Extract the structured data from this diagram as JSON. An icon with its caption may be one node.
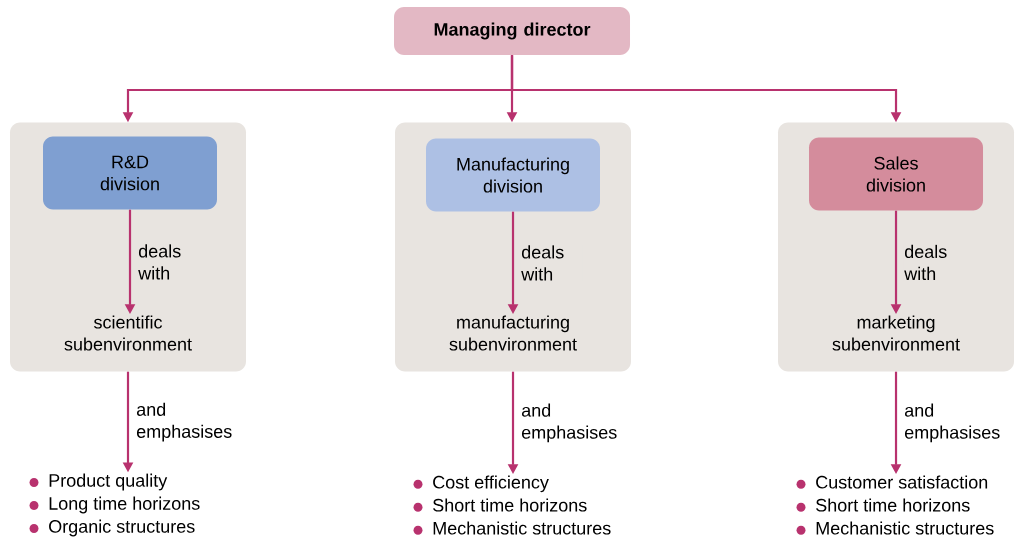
{
  "diagram": {
    "nodes": [
      {
        "text": [
          "Managing director"
        ]
      },
      {
        "text": [],
        "shape": "box"
      },
      {
        "text": [
          "R&D division"
        ],
        "in": 1
      },
      {
        "text": [
          "scientific subenvironment"
        ],
        "in": 1
      },
      {
        "text": [
          "Product quality",
          "Long time horizons",
          "Organic structures"
        ]
      },
      {
        "text": [],
        "shape": "box"
      },
      {
        "text": [
          "Manufacturing division"
        ],
        "in": 5
      },
      {
        "text": [
          "manufacturing subenvironment"
        ],
        "in": 5
      },
      {
        "text": [
          "Cost efficiency",
          "Short time horizons",
          "Mechanistic structures"
        ]
      },
      {
        "text": [],
        "shape": "box"
      },
      {
        "text": [
          "Sales division"
        ],
        "in": 9
      },
      {
        "text": [
          "marketing subenvironment"
        ],
        "in": 9
      },
      {
        "text": [
          "Customer satisfaction",
          "Short time horizons",
          "Mechanistic structures"
        ]
      }
    ],
    "edges": [
      {
        "from": 0,
        "to": 1,
        "arrow": "to"
      },
      {
        "from": 0,
        "to": 5,
        "arrow": "to"
      },
      {
        "from": 0,
        "to": 9,
        "arrow": "to"
      },
      {
        "from": 2,
        "to": 3,
        "arrow": "to",
        "label": "deals with"
      },
      {
        "from": 1,
        "to": 4,
        "arrow": "to",
        "label": "and emphasises"
      },
      {
        "from": 6,
        "to": 7,
        "arrow": "to",
        "label": "deals with"
      },
      {
        "from": 5,
        "to": 8,
        "arrow": "to",
        "label": "and emphasises"
      },
      {
        "from": 10,
        "to": 11,
        "arrow": "to",
        "label": "deals with"
      },
      {
        "from": 9,
        "to": 12,
        "arrow": "to",
        "label": "and emphasises"
      }
    ]
  }
}
